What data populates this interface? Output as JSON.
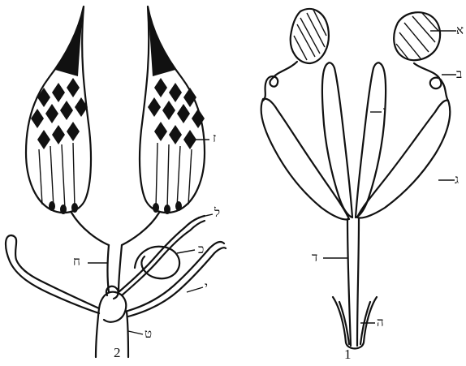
{
  "figure_numbers": {
    "left": "2",
    "right": "1"
  },
  "labels": {
    "fig1_aleph": "א",
    "fig1_bet": "ב",
    "fig1_gimel": "ג",
    "fig1_dalet": "ד",
    "fig1_he": "ה",
    "fig1_vav": "ו",
    "fig2_zayin": "ז",
    "fig2_het": "ח",
    "fig2_tet": "ט",
    "fig2_yod": "י",
    "fig2_kaf": "כ",
    "fig2_lamed": "ל"
  },
  "colors": {
    "ink": "#111111",
    "paper": "#ffffff"
  }
}
